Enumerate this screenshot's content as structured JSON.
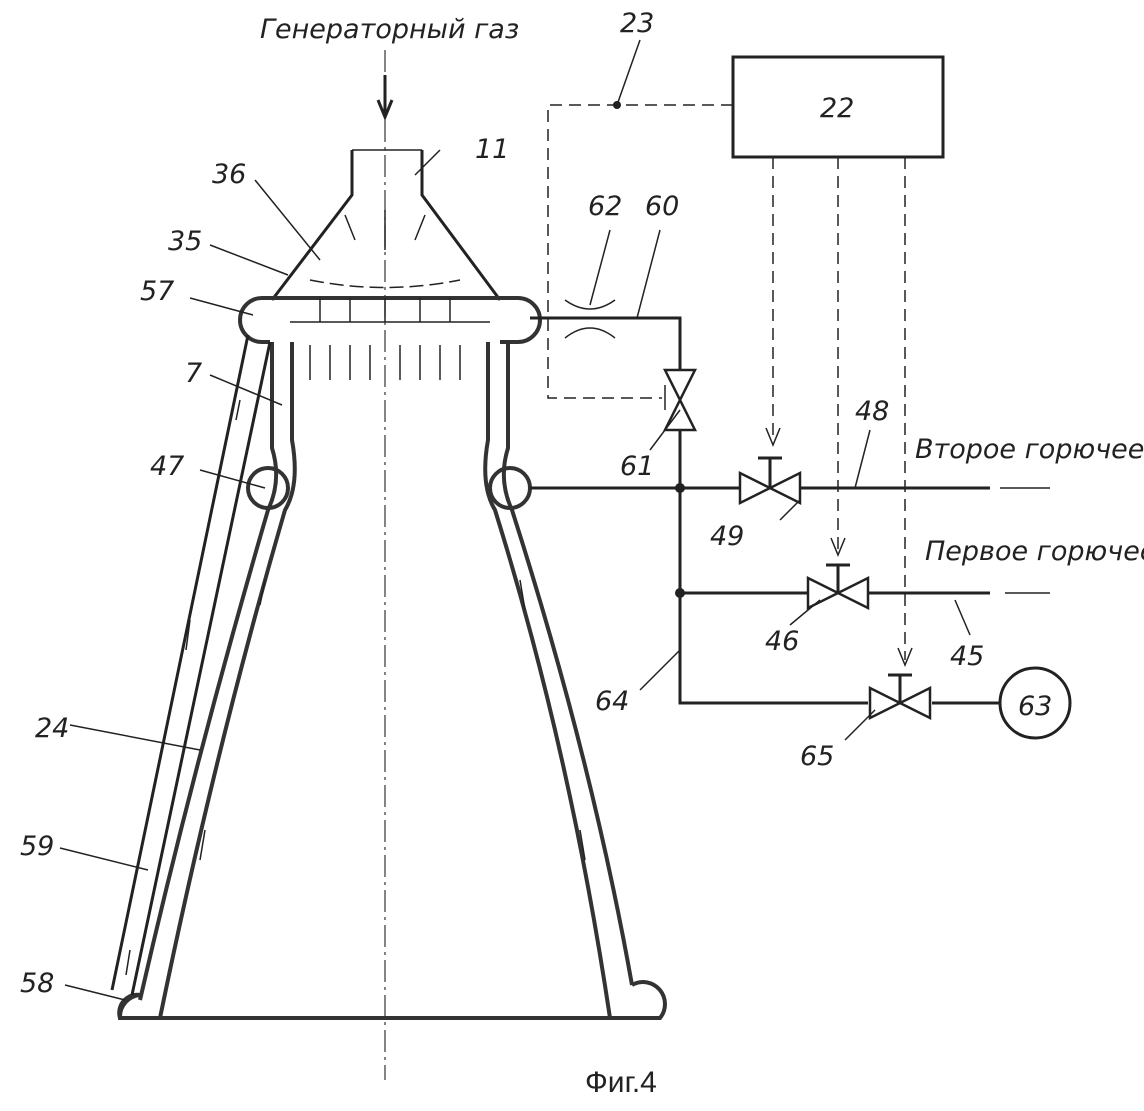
{
  "labels": {
    "gas": "Генераторный газ",
    "l23": "23",
    "l22": "22",
    "l11": "11",
    "l36": "36",
    "l62": "62",
    "l60": "60",
    "l35": "35",
    "l57": "57",
    "l7": "7",
    "l61": "61",
    "l48": "48",
    "fuel2": "Второе горючее",
    "l47": "47",
    "l49": "49",
    "fuel1": "Первое горючее",
    "l46": "46",
    "l45": "45",
    "l64": "64",
    "l63": "63",
    "l65": "65",
    "l24": "24",
    "l59": "59",
    "l58": "58"
  },
  "caption": "Фиг.4"
}
